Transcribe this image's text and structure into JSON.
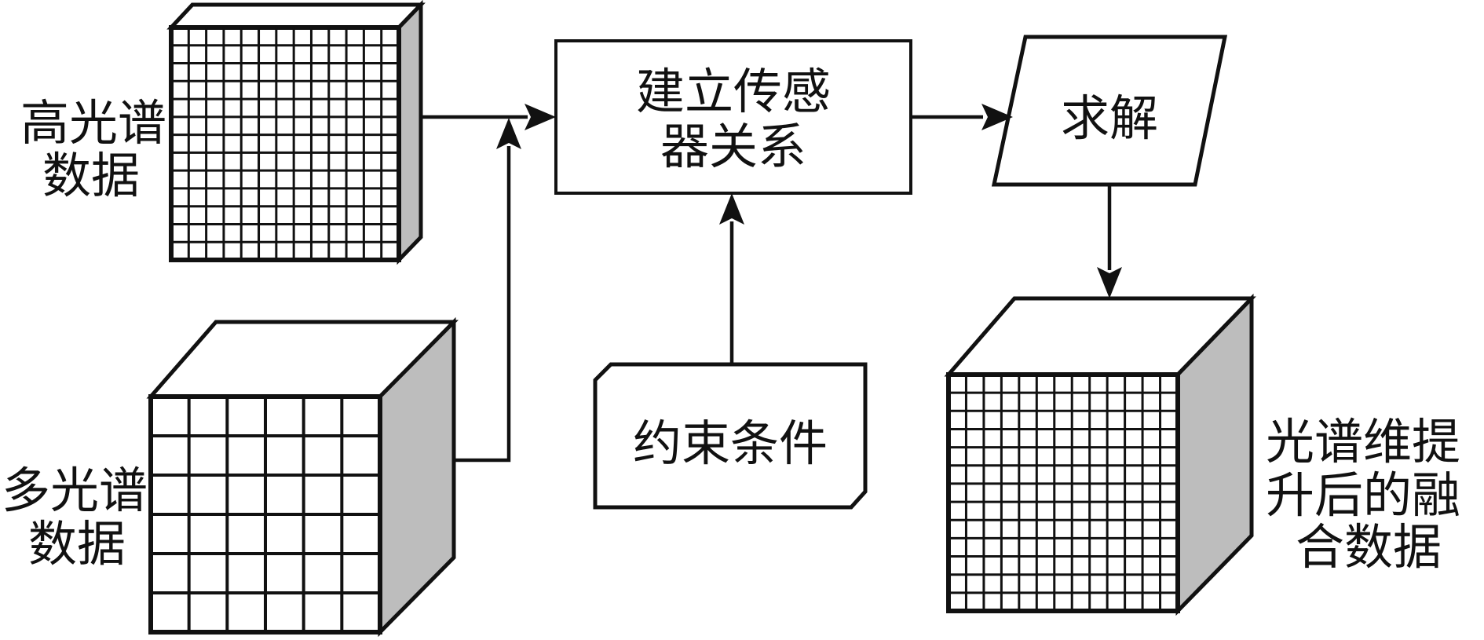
{
  "nodes": {
    "hyperspectral": {
      "label_lines": [
        "高光谱",
        "数据"
      ]
    },
    "multispectral": {
      "label_lines": [
        "多光谱",
        "数据"
      ]
    },
    "sensor_relation": {
      "label_lines": [
        "建立传感",
        "器关系"
      ]
    },
    "solve": {
      "label": "求解"
    },
    "constraints": {
      "label": "约束条件"
    },
    "fused": {
      "label_lines": [
        "光谱维提",
        "升后的融",
        "合数据"
      ]
    }
  },
  "colors": {
    "stroke": "#111111",
    "cube_side": "#bdbdbd",
    "fill": "#ffffff"
  }
}
